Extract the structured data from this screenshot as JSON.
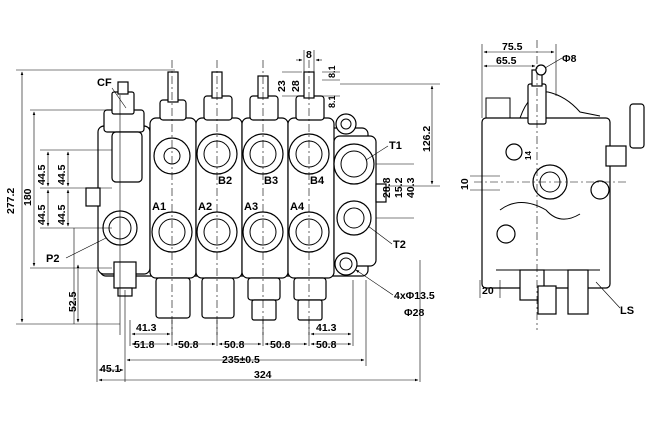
{
  "labels": {
    "cf": "CF",
    "t1": "T1",
    "t2": "T2",
    "p2": "P2",
    "ls": "LS",
    "a1": "A1",
    "a2": "A2",
    "a3": "A3",
    "a4": "A4",
    "b2": "B2",
    "b3": "B3",
    "b4": "B4"
  },
  "front_dimensions": {
    "overall_height": "277.2",
    "height_180": "180",
    "d44_5_a": "44.5",
    "d44_5_b": "44.5",
    "d44_5_c": "44.5",
    "d44_5_d": "44.5",
    "d52_5": "52.5",
    "d126_2": "126.2",
    "d8": "8",
    "d8_1_top": "8.1",
    "d23": "23",
    "d28": "28",
    "d8_1_side": "8.1",
    "d28_8": "28.8",
    "d15_2": "15.2",
    "d40_3": "40.3",
    "hole_spec": "4xΦ13.5",
    "spot_face": "Φ28",
    "d41_3_left": "41.3",
    "d51_8": "51.8",
    "d50_8_a": "50.8",
    "d50_8_b": "50.8",
    "d50_8_c": "50.8",
    "d41_3_right": "41.3",
    "d50_8_right": "50.8",
    "d235": "235±0.5",
    "d45_1": "45.1",
    "d324": "324"
  },
  "side_dimensions": {
    "d75_5": "75.5",
    "d65_5": "65.5",
    "d_phi8": "Φ8",
    "d10": "10",
    "d20": "20",
    "d14": "14"
  }
}
